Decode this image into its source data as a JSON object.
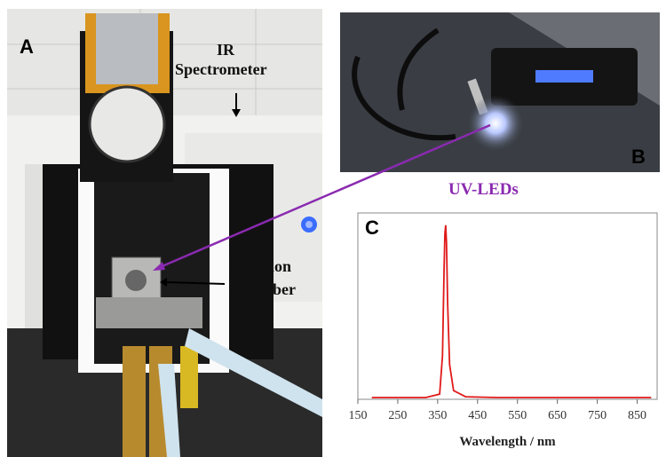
{
  "panel_a": {
    "letter": "A",
    "label_spectrometer_line1": "IR",
    "label_spectrometer_line2": "Spectrometer",
    "label_chamber_line1": "Reaction",
    "label_chamber_line2": "Chamber"
  },
  "panel_b": {
    "letter": "B"
  },
  "panel_c": {
    "letter": "C"
  },
  "uv_label": "UV-LEDs",
  "colors": {
    "accent_purple": "#8a2ab0",
    "spectrum_red": "#e01a1a",
    "led_blue": "#3a6cff"
  },
  "chart_data": {
    "type": "line",
    "title": "",
    "xlabel": "Wavelength / nm",
    "ylabel": "",
    "xlim": [
      150,
      900
    ],
    "ticks": [
      "150",
      "250",
      "350",
      "450",
      "550",
      "650",
      "750",
      "850"
    ],
    "series": [
      {
        "x": [
          185,
          250,
          320,
          355,
          362,
          366,
          368,
          370,
          372,
          375,
          380,
          390,
          420,
          500,
          600,
          700,
          800,
          885
        ],
        "y": [
          0.01,
          0.01,
          0.01,
          0.03,
          0.25,
          0.75,
          0.95,
          1.0,
          0.9,
          0.55,
          0.2,
          0.05,
          0.015,
          0.01,
          0.01,
          0.01,
          0.01,
          0.01
        ]
      }
    ]
  }
}
